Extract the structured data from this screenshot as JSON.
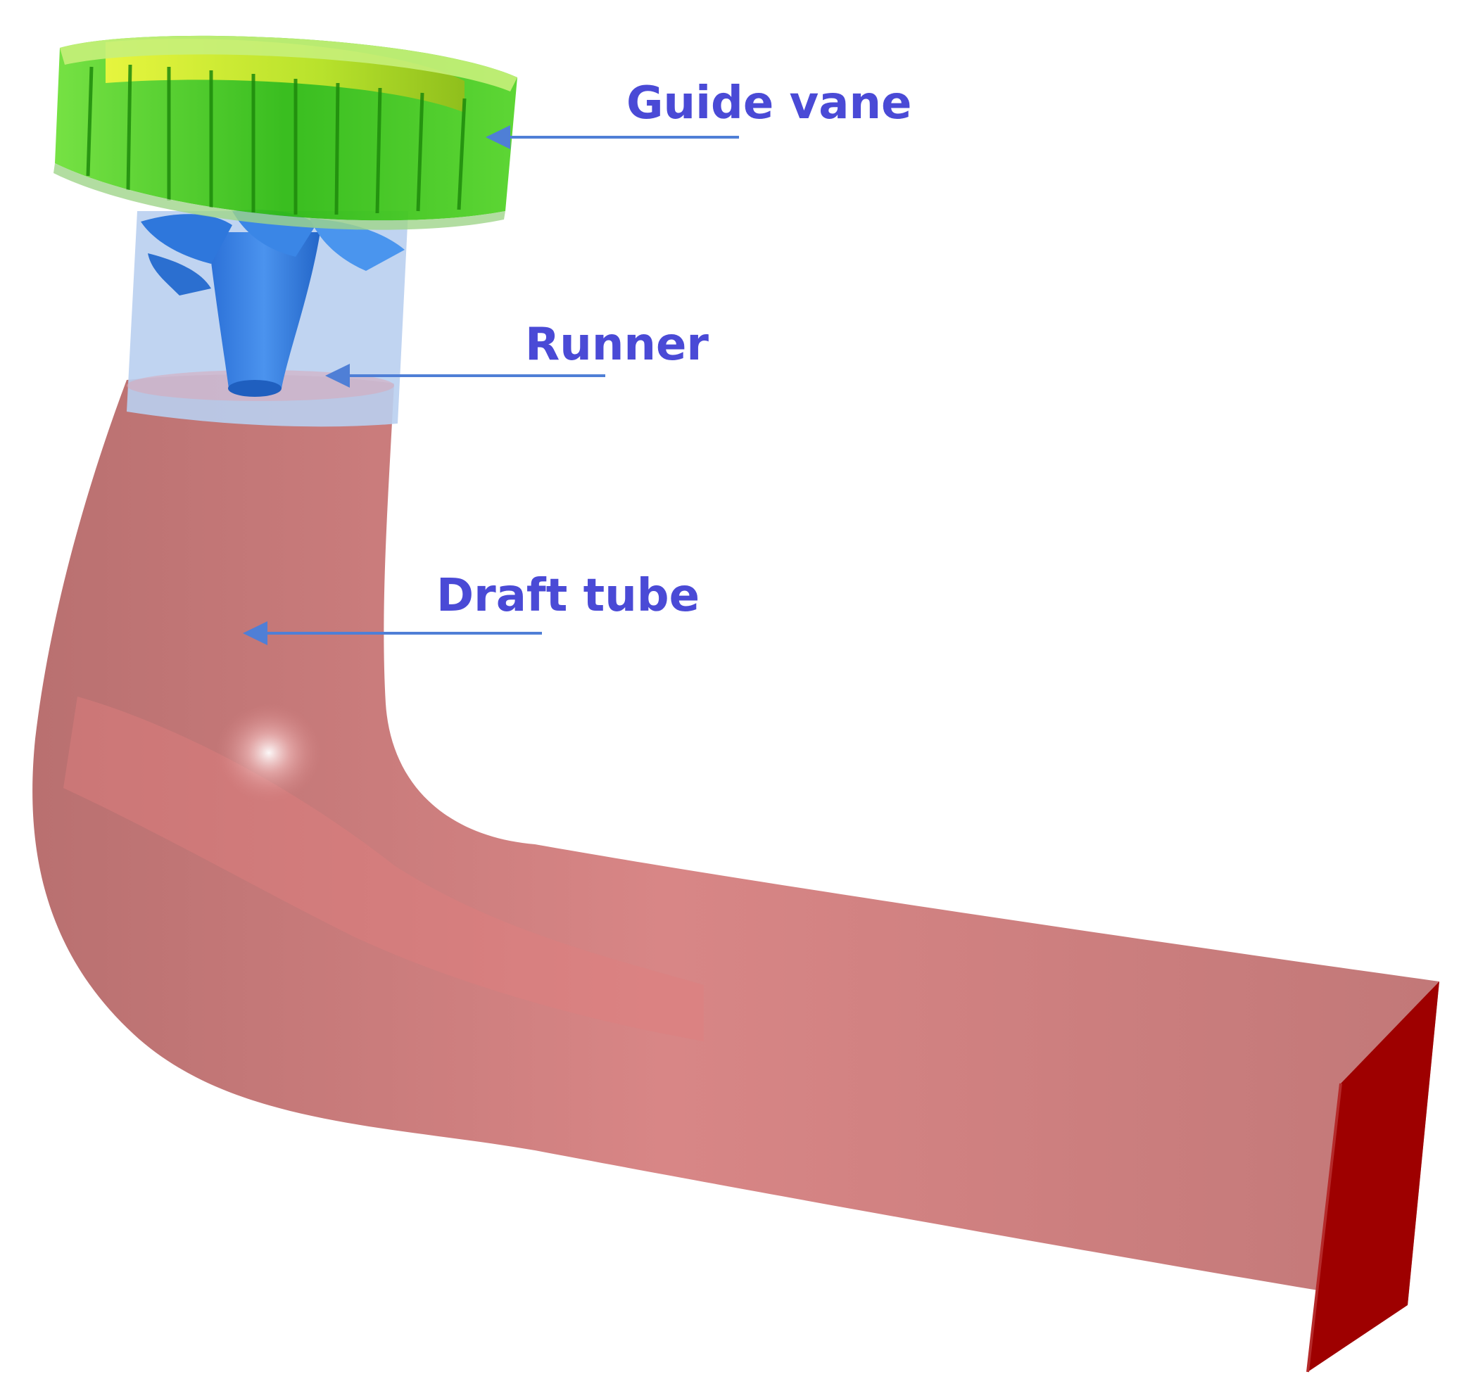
{
  "labels": {
    "guide_vane": "Guide vane",
    "runner": "Runner",
    "draft_tube": "Draft tube"
  },
  "colors": {
    "label_text": "#4a4ad6",
    "arrow": "#4f7fd6",
    "guide_vane": "#3cc81e",
    "guide_vane_light": "#d8f23a",
    "runner": "#2f7be0",
    "runner_shroud": "#b9cff0",
    "draft_tube": "#c97a7a",
    "draft_tube_outlet": "#9e0000"
  },
  "icons": {
    "arrow": "arrow-left-icon"
  }
}
